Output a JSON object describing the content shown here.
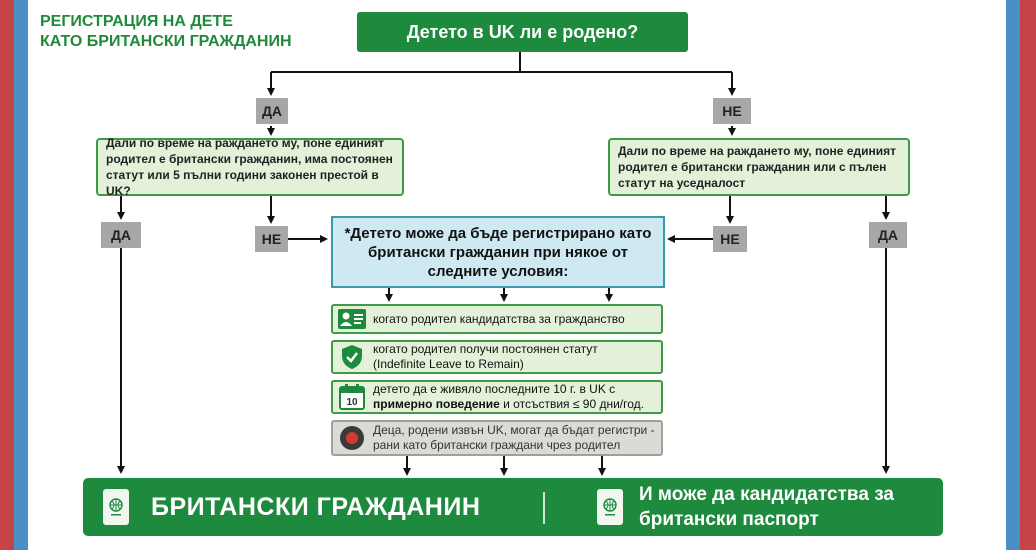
{
  "title": {
    "line1": "РЕГИСТРАЦИЯ НА ДЕТЕ",
    "line2": "КАТО БРИТАНСКИ ГРАЖДАНИН"
  },
  "main_question": "Детето в UK ли е родено?",
  "branches": {
    "yes_label": "ДА",
    "no_label": "НЕ"
  },
  "left_question": "Дали по време на раждането му, поне единият родител е британски гражданин, има постоянен статут или 5 пълни години законен престой в UK?",
  "right_question": "Дали по време на раждането му, поне единият родител е британски гражданин или с пълен статут на уседналост",
  "left_yes": "ДА",
  "left_no": "НЕ",
  "right_no": "НЕ",
  "right_yes": "ДА",
  "center_box": "*Детето може да бъде регистрирано като британски гражданин при някое от следните условия:",
  "conditions": [
    {
      "icon": "id-card-icon",
      "text": "когато родител кандидатства за гражданство"
    },
    {
      "icon": "shield-check-icon",
      "text_line1": "когато родител получи постоянен статут",
      "text_line2": "(Indefinite Leave to Remain)"
    },
    {
      "icon": "calendar-icon",
      "calendar_number": "10",
      "text_line1": "детето да е живяло последните 10 г. в UK с",
      "text_bold": "примерно поведение",
      "text_rest": " и отсъствия ≤ 90 дни/год."
    },
    {
      "icon": "record-icon",
      "text_line1": "Деца, родени извън UK, могат да бъдат регистри -",
      "text_line2": "рани като британски граждани  чрез родител"
    }
  ],
  "bottom": {
    "left_label": "БРИТАНСКИ ГРАЖДАНИН",
    "right_label_line1": "И може да кандидатства за",
    "right_label_line2": "британски паспорт"
  },
  "colors": {
    "green": "#1e8a3d",
    "light_green": "#e2f1d8",
    "blue_box": "#cfe9f2",
    "tag_gray": "#a7a7a7",
    "stripe_red": "#c64347",
    "stripe_blue": "#4a8fc8"
  }
}
